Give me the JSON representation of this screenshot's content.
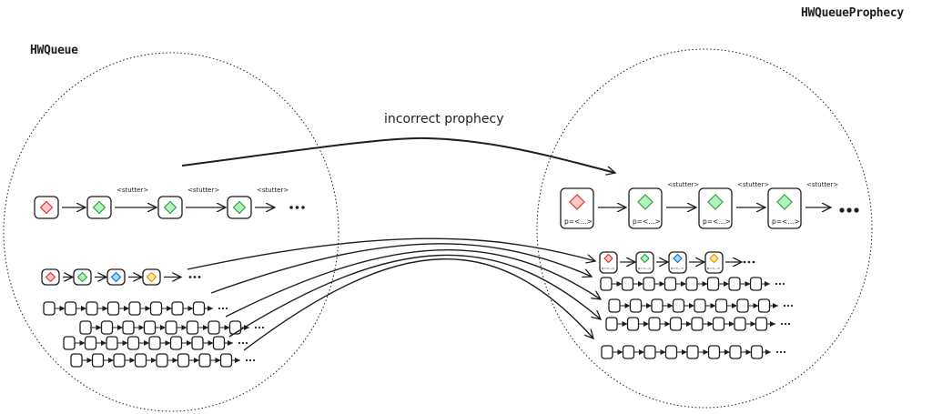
{
  "diagram": {
    "left_set": {
      "title": "HWQueue"
    },
    "right_set": {
      "title": "HWQueueProphecy"
    },
    "edge_label": "incorrect prophecy",
    "stutter_label": "<stutter>",
    "prophecy_label": "p=<...>",
    "ellipsis": "•••",
    "colors": {
      "red_fill": "#ffc9c9",
      "red_stroke": "#e03131",
      "green_fill": "#b2f2bb",
      "green_stroke": "#2f9e44",
      "blue_fill": "#a5d8ff",
      "blue_stroke": "#1971c2",
      "yellow_fill": "#ffec99",
      "yellow_stroke": "#f08c00",
      "ink": "#1e1e1e"
    },
    "left_traces": {
      "stutter_trace": [
        "red",
        "green",
        "green",
        "green"
      ],
      "colored_trace": [
        "red",
        "green",
        "blue",
        "yellow"
      ],
      "plain_traces": [
        8,
        8,
        8,
        8
      ]
    },
    "right_traces": {
      "stutter_trace": [
        "red",
        "green",
        "green",
        "green"
      ],
      "colored_trace": [
        "red",
        "green",
        "blue",
        "yellow"
      ],
      "plain_traces": [
        8,
        8,
        8,
        8
      ]
    }
  }
}
